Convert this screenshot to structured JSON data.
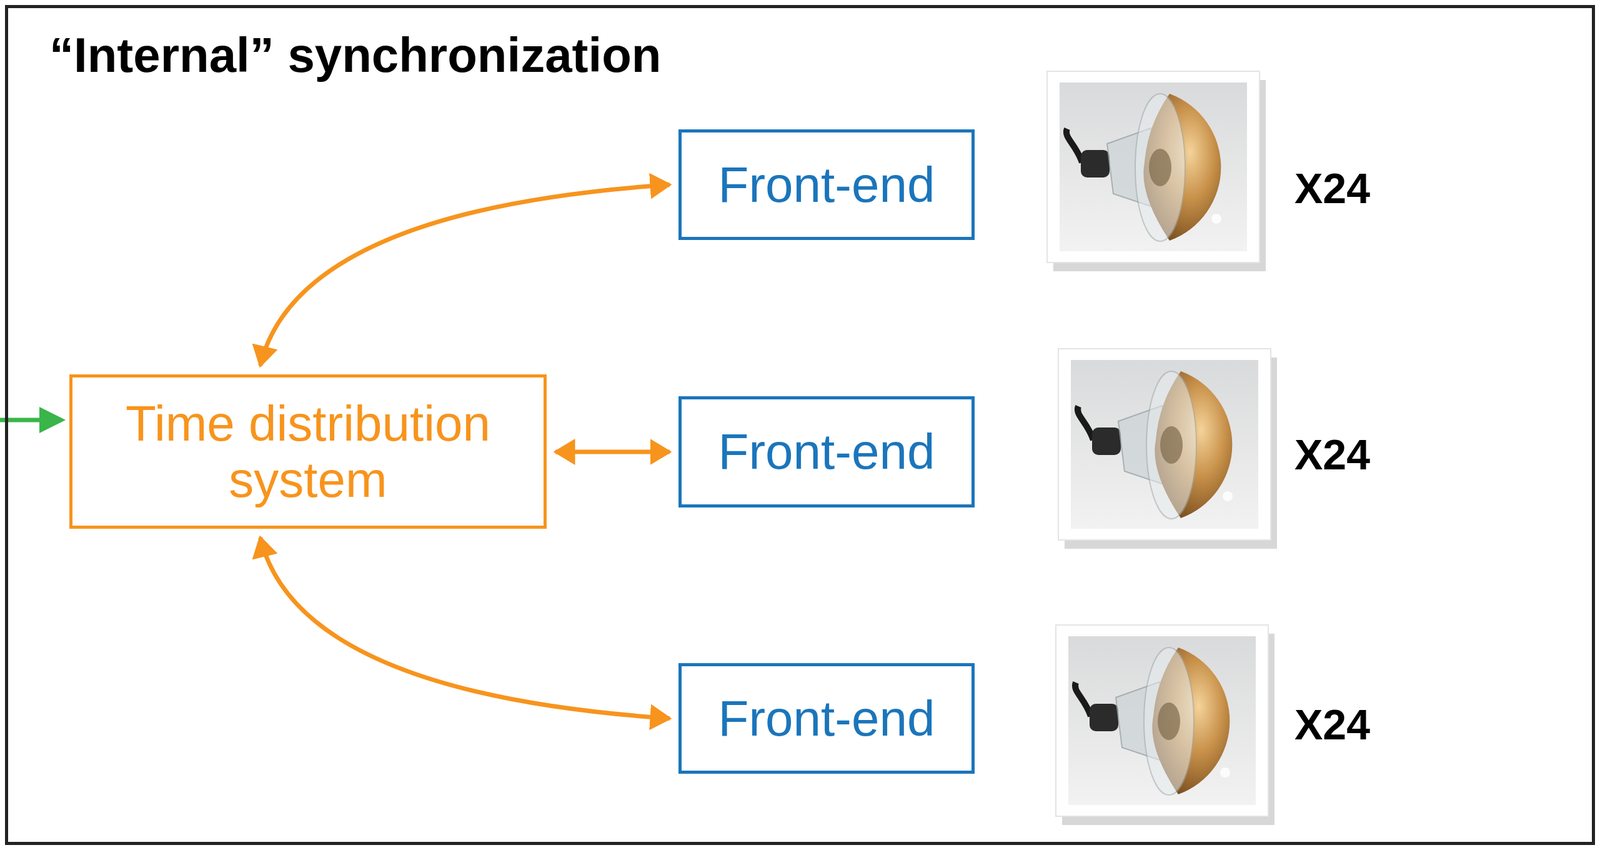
{
  "diagram": {
    "nodes": [
      {
        "text": [
          "“Internal” synchronization"
        ]
      },
      {
        "text": [
          "Time distribution system"
        ],
        "in": 0
      },
      {
        "text": [
          "Front-end"
        ],
        "in": 0
      },
      {
        "text": [
          "Front-end"
        ],
        "in": 0
      },
      {
        "text": [
          "Front-end"
        ],
        "in": 0
      }
    ],
    "edges": [
      {
        "from": 1,
        "to": 2,
        "arrow": "both"
      },
      {
        "from": 1,
        "to": 3,
        "arrow": "both"
      },
      {
        "from": 1,
        "to": 4,
        "arrow": "both"
      }
    ],
    "labels": [
      "X24",
      "X24",
      "X24"
    ]
  }
}
